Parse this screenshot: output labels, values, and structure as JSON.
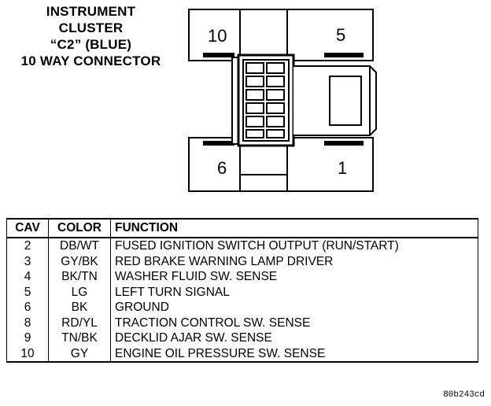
{
  "title": {
    "line1": "INSTRUMENT",
    "line2": "CLUSTER",
    "line3": "“C2” (BLUE)",
    "line4": "10 WAY CONNECTOR"
  },
  "connector": {
    "pin_labels": {
      "top_left": "10",
      "top_right": "5",
      "bottom_left": "6",
      "bottom_right": "1"
    }
  },
  "table": {
    "headers": {
      "cav": "CAV",
      "color": "COLOR",
      "function": "FUNCTION"
    },
    "rows": [
      {
        "cav": "2",
        "color": "DB/WT",
        "function": "FUSED IGNITION SWITCH OUTPUT (RUN/START)"
      },
      {
        "cav": "3",
        "color": "GY/BK",
        "function": "RED BRAKE WARNING LAMP DRIVER"
      },
      {
        "cav": "4",
        "color": "BK/TN",
        "function": "WASHER FLUID SW. SENSE"
      },
      {
        "cav": "5",
        "color": "LG",
        "function": "LEFT TURN SIGNAL"
      },
      {
        "cav": "6",
        "color": "BK",
        "function": "GROUND"
      },
      {
        "cav": "8",
        "color": "RD/YL",
        "function": "TRACTION CONTROL SW. SENSE"
      },
      {
        "cav": "9",
        "color": "TN/BK",
        "function": "DECKLID AJAR SW. SENSE"
      },
      {
        "cav": "10",
        "color": "GY",
        "function": "ENGINE OIL PRESSURE SW. SENSE"
      }
    ]
  },
  "reference_code": "80b243cd"
}
